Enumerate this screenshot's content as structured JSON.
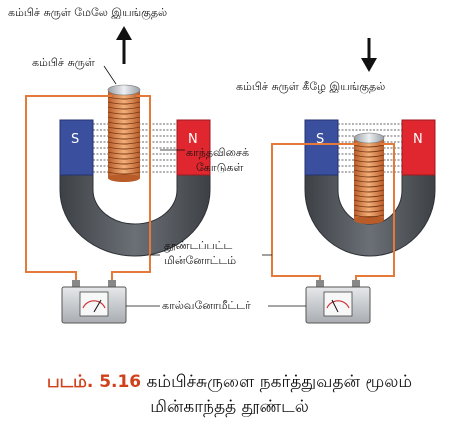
{
  "labels": {
    "coil_up_title": "கம்பிச் சுருள் மேலே இயங்குதல்",
    "coil_label": "கம்பிச் சுருள்",
    "coil_down_title": "கம்பிச் சுருள் கீழே இயங்குதல்",
    "field_lines_line1": "காந்தவிசைக்",
    "field_lines_line2": "கோடுகள்",
    "induced_current_line1": "தூண்டப்பட்ட",
    "induced_current_line2": "மின்னோட்டம்",
    "galvanometer": "கால்வனோமீட்டர்",
    "pole_s": "S",
    "pole_n": "N"
  },
  "caption": {
    "figure_number": "படம். 5.16",
    "line1": "கம்பிச்சுருளை நகர்த்துவதன் மூலம்",
    "line2": "மின்காந்தத் தூண்டல்"
  },
  "colors": {
    "magnet_body": "#555a60",
    "south_pole": "#3a4f9e",
    "north_pole": "#e0272f",
    "coil": "#d9824a",
    "wire": "#e5793a"
  }
}
